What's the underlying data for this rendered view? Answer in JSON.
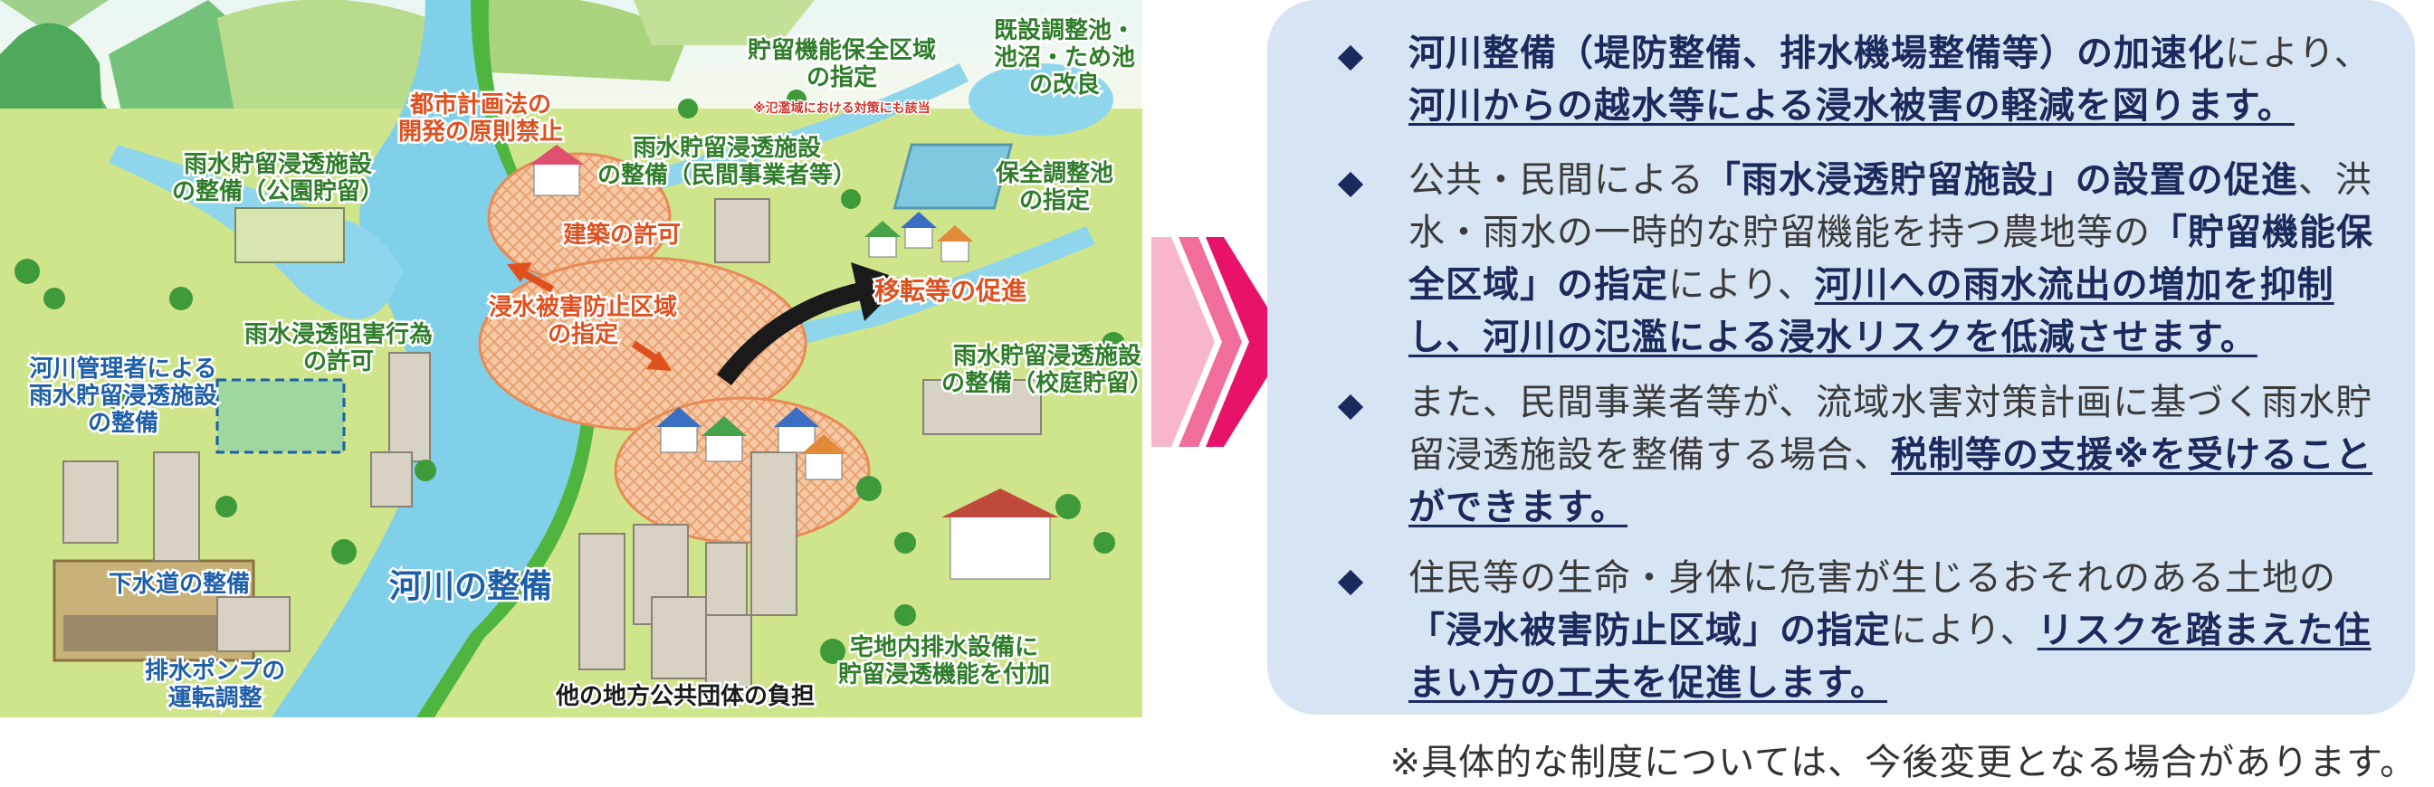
{
  "illustration": {
    "labels": [
      {
        "text": "都市計画法の\n開発の原則禁止",
        "color": "orange"
      },
      {
        "text": "貯留機能保全区域\nの指定",
        "color": "green"
      },
      {
        "text": "※氾濫域における対策にも該当",
        "color": "small"
      },
      {
        "text": "既設調整池・\n池沼・ため池\nの改良",
        "color": "green"
      },
      {
        "text": "雨水貯留浸透施設\nの整備（公園貯留）",
        "color": "green"
      },
      {
        "text": "雨水貯留浸透施設\nの整備（民間事業者等）",
        "color": "green"
      },
      {
        "text": "保全調整池\nの指定",
        "color": "green"
      },
      {
        "text": "建築の許可",
        "color": "orange"
      },
      {
        "text": "浸水被害防止区域\nの指定",
        "color": "orange"
      },
      {
        "text": "移転等の促進",
        "color": "orange"
      },
      {
        "text": "雨水浸透阻害行為\nの許可",
        "color": "green"
      },
      {
        "text": "河川管理者による\n雨水貯留浸透施設\nの整備",
        "color": "blue"
      },
      {
        "text": "雨水貯留浸透施設\nの整備（校庭貯留）",
        "color": "green"
      },
      {
        "text": "下水道の整備",
        "color": "blue"
      },
      {
        "text": "河川の整備",
        "color": "blue"
      },
      {
        "text": "排水ポンプの\n運転調整",
        "color": "blue"
      },
      {
        "text": "宅地内排水設備に\n貯留浸透機能を付加",
        "color": "green"
      },
      {
        "text": "他の地方公共団体の負担",
        "color": "dark"
      }
    ]
  },
  "panel": {
    "items": [
      {
        "segments": [
          {
            "t": "河川整備（堤防整備、排水機場整備等）の加速化",
            "s": "b"
          },
          {
            "t": "により、",
            "s": ""
          },
          {
            "t": "河川からの越水等による浸水被害の軽減を図ります。",
            "s": "bu"
          }
        ]
      },
      {
        "segments": [
          {
            "t": "公共・民間による",
            "s": ""
          },
          {
            "t": "「雨水浸透貯留施設」の設置の促進",
            "s": "b"
          },
          {
            "t": "、洪水・雨水の一時的な貯留機能を持つ農地等の",
            "s": ""
          },
          {
            "t": "「貯留機能保全区域」の指定",
            "s": "b"
          },
          {
            "t": "により、",
            "s": ""
          },
          {
            "t": "河川への雨水流出の増加を抑制し、河川の氾濫による浸水リスクを低減させます。",
            "s": "bu"
          }
        ]
      },
      {
        "segments": [
          {
            "t": "また、民間事業者等が、流域水害対策計画に基づく雨水貯留浸透施設を整備する場合、",
            "s": ""
          },
          {
            "t": "税制等の支援※を受けることができます。",
            "s": "bu"
          }
        ]
      },
      {
        "segments": [
          {
            "t": "住民等の生命・身体に危害が生じるおそれのある土地の",
            "s": ""
          },
          {
            "t": "「浸水被害防止区域」の指定",
            "s": "b"
          },
          {
            "t": "により、",
            "s": ""
          },
          {
            "t": "リスクを踏まえた住まい方の工夫を促進します。",
            "s": "bu"
          }
        ]
      }
    ]
  },
  "note": "※具体的な制度については、今後変更となる場合があります。",
  "colors": {
    "panel_bg": "#d7e4f3",
    "navy": "#1b2a5c",
    "arrow": "#e8126a",
    "green_label": "#2f7d2a",
    "blue_label": "#1f5fa8",
    "orange_label": "#e0501e"
  }
}
